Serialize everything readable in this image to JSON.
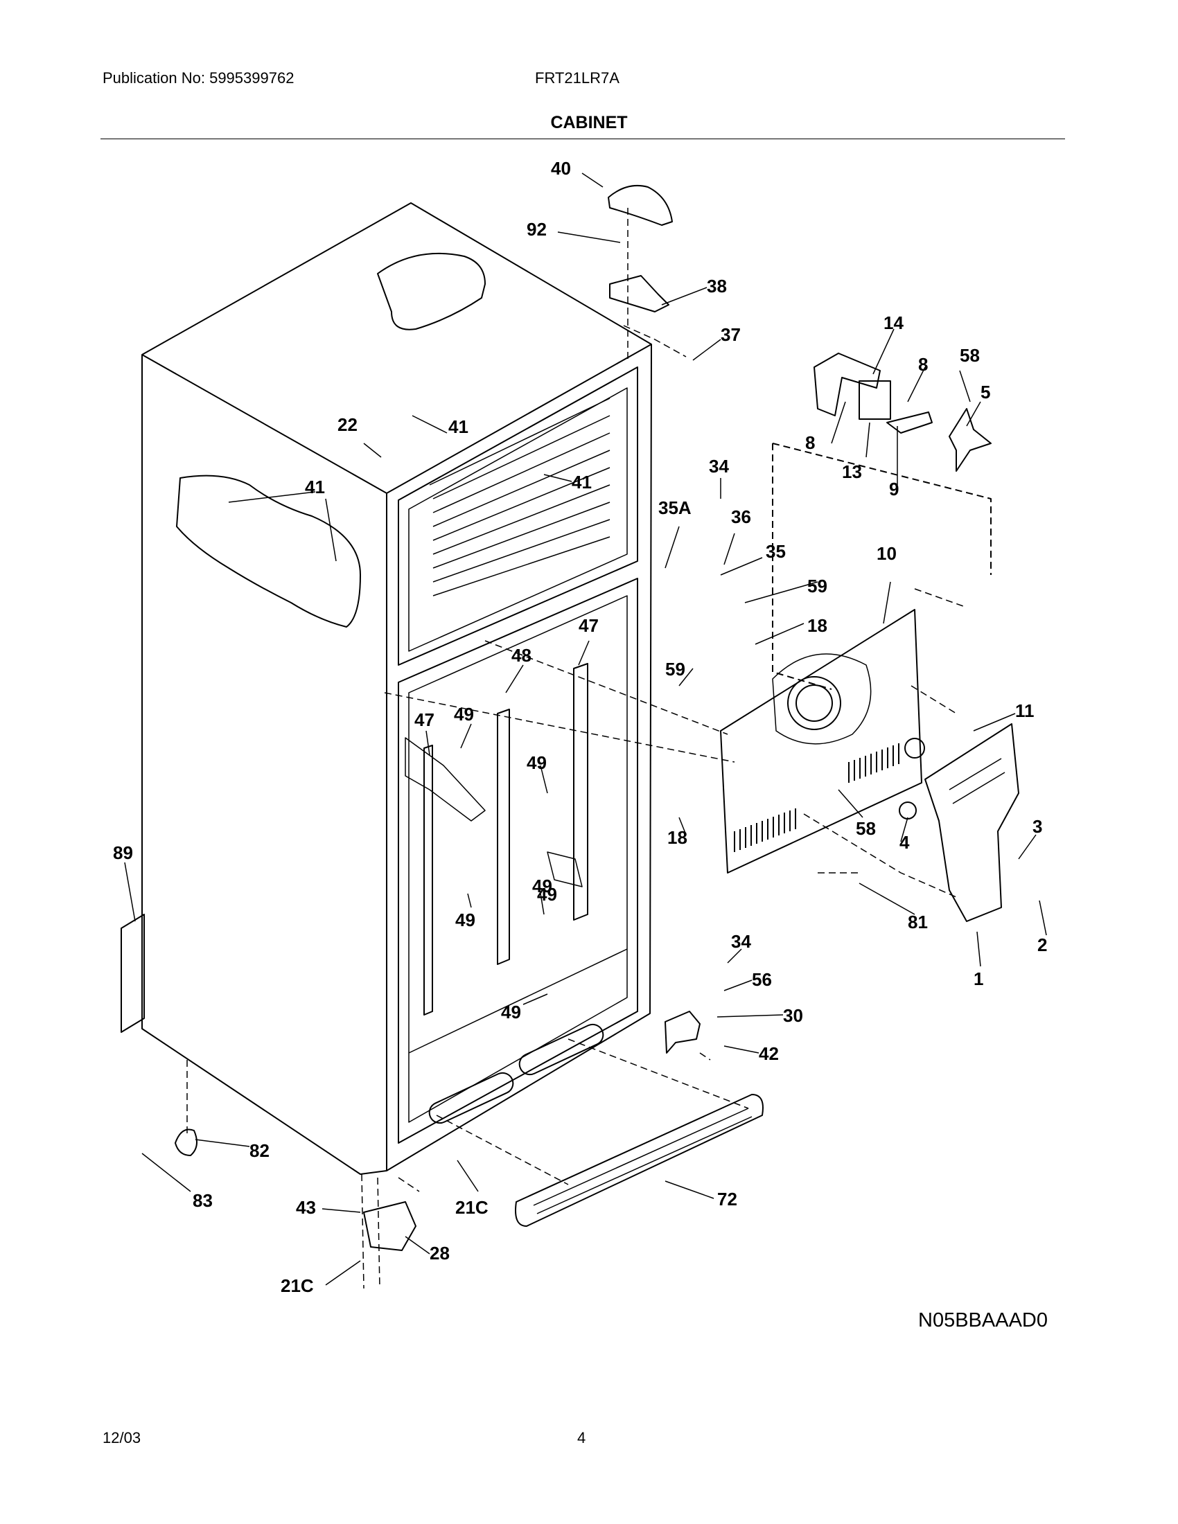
{
  "header": {
    "publication": "Publication No: 5995399762",
    "model": "FRT21LR7A",
    "section_title": "CABINET"
  },
  "callouts": [
    "40",
    "92",
    "38",
    "37",
    "14",
    "8",
    "58",
    "5",
    "22",
    "41",
    "41",
    "41",
    "8",
    "13",
    "9",
    "34",
    "35A",
    "36",
    "35",
    "10",
    "59",
    "59",
    "18",
    "48",
    "47",
    "47",
    "49",
    "49",
    "11",
    "49",
    "58",
    "18",
    "4",
    "3",
    "89",
    "2",
    "49",
    "81",
    "49",
    "34",
    "56",
    "1",
    "30",
    "49",
    "42",
    "82",
    "72",
    "83",
    "43",
    "21C",
    "28",
    "21C"
  ],
  "drawing_code": "N05BBAAAD0",
  "footer": {
    "date": "12/03",
    "page": "4"
  }
}
